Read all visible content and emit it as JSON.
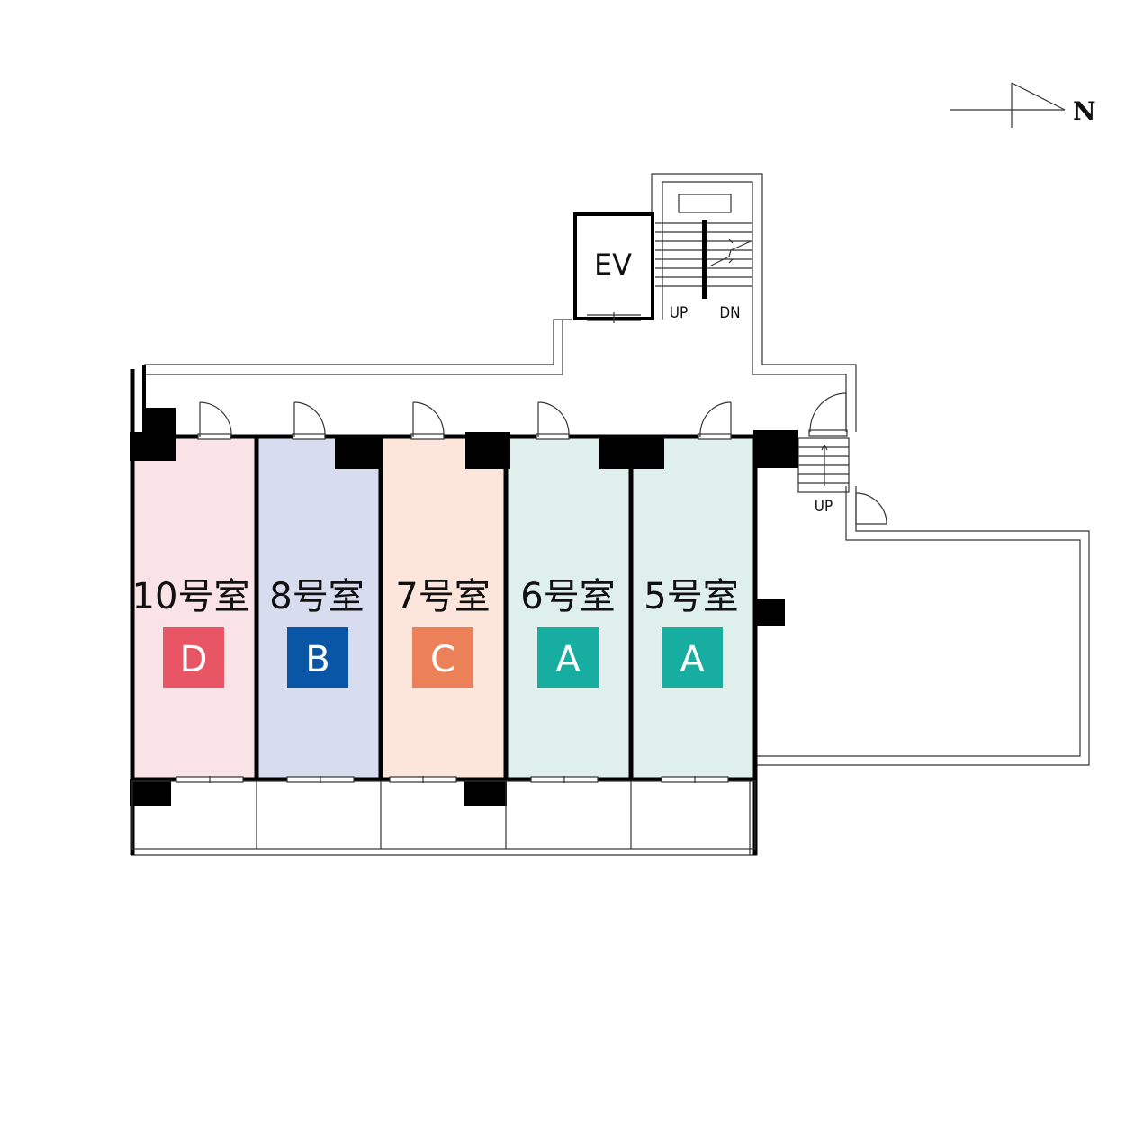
{
  "rooms": [
    {
      "name": "10号室",
      "type": "D",
      "fill": "#f9e3e6",
      "type_color": "#e85565"
    },
    {
      "name": "8号室",
      "type": "B",
      "fill": "#d8dcef",
      "type_color": "#0a56a6"
    },
    {
      "name": "7号室",
      "type": "C",
      "fill": "#fce6dc",
      "type_color": "#ec8159"
    },
    {
      "name": "6号室",
      "type": "A",
      "fill": "#dff0ec",
      "type_color": "#17ada1"
    },
    {
      "name": "5号室",
      "type": "A",
      "fill": "#dff0ec",
      "type_color": "#17ada1"
    }
  ],
  "elevator": {
    "label": "EV"
  },
  "stairs": {
    "up_label": "UP",
    "down_label": "DN",
    "side_up_label": "UP"
  },
  "compass": {
    "label": "N"
  }
}
